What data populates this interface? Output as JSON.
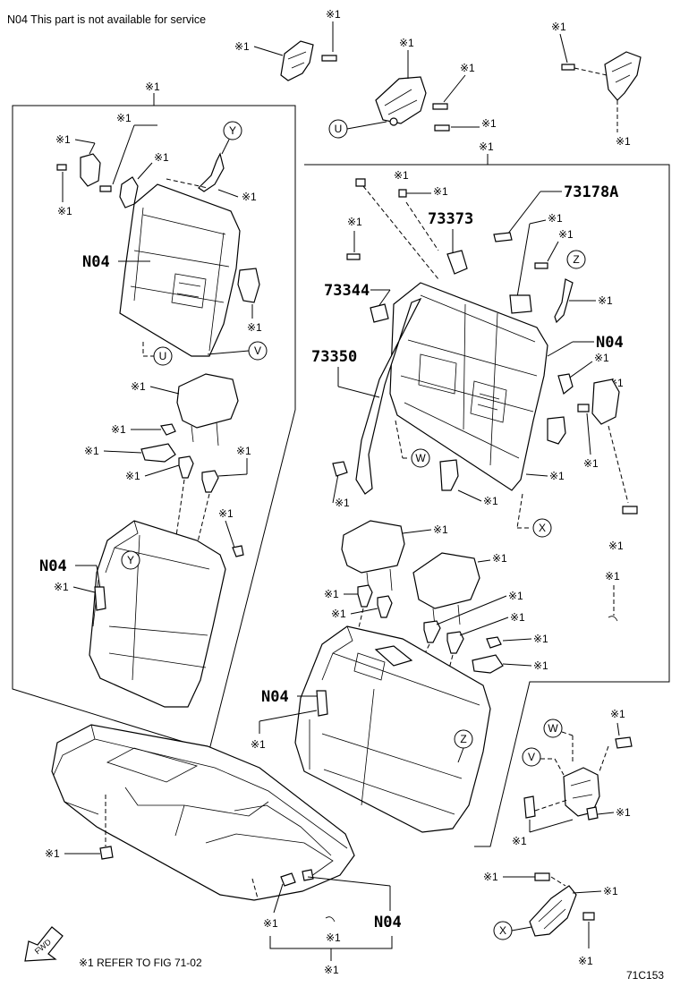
{
  "header_note": "N04 This part is not available for service",
  "ref_mark": "※1",
  "footer_note": "※1 REFER TO FIG 71-02",
  "figure_code": "71C153",
  "fwd_label": "FWD",
  "part_numbers": {
    "n04": "N04",
    "p73178a": "73178A",
    "p73373": "73373",
    "p73344": "73344",
    "p73350": "73350"
  },
  "connectors": {
    "u": "U",
    "v": "V",
    "w": "W",
    "x": "X",
    "y": "Y",
    "z": "Z"
  }
}
